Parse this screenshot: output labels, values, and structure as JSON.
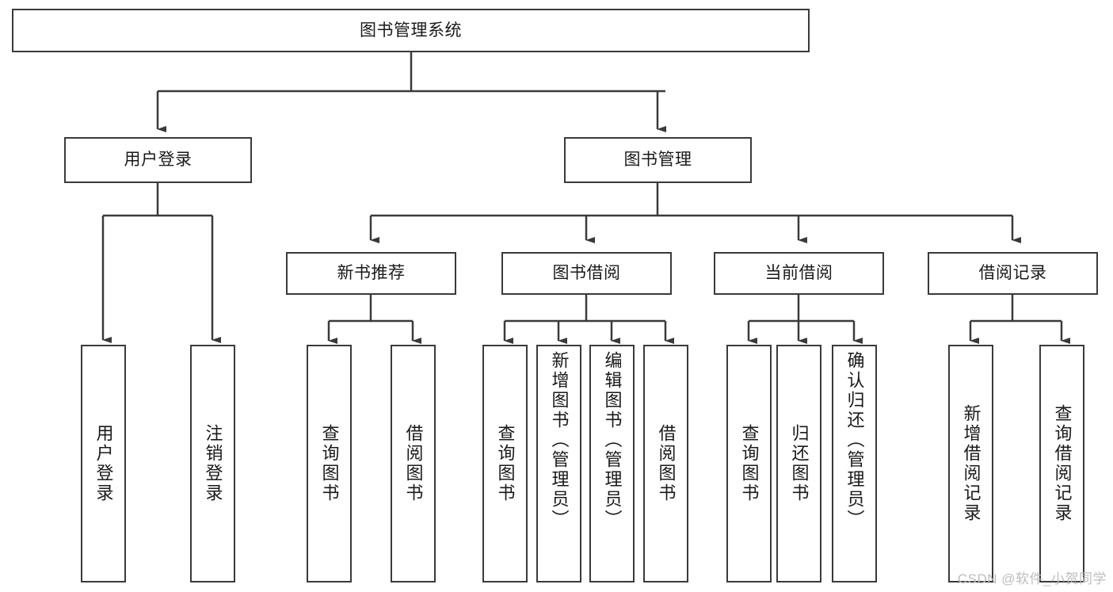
{
  "diagram": {
    "title": "图书管理系统",
    "type": "tree-hierarchy",
    "root": {
      "label": "图书管理系统"
    },
    "level1": [
      {
        "label": "用户登录"
      },
      {
        "label": "图书管理"
      }
    ],
    "level2": [
      {
        "label": "新书推荐"
      },
      {
        "label": "图书借阅"
      },
      {
        "label": "当前借阅"
      },
      {
        "label": "借阅记录"
      }
    ],
    "leaves": {
      "user_login": [
        {
          "label": "用户登录"
        },
        {
          "label": "注销登录"
        }
      ],
      "new_book_recommend": [
        {
          "label": "查询图书"
        },
        {
          "label": "借阅图书"
        }
      ],
      "book_borrow": [
        {
          "label": "查询图书"
        },
        {
          "label": "新增图书（管理员）"
        },
        {
          "label": "编辑图书（管理员）"
        },
        {
          "label": "借阅图书"
        }
      ],
      "current_borrow": [
        {
          "label": "查询图书"
        },
        {
          "label": "归还图书"
        },
        {
          "label": "确认归还（管理员）"
        }
      ],
      "borrow_record": [
        {
          "label": "新增借阅记录"
        },
        {
          "label": "查询借阅记录"
        }
      ]
    }
  },
  "watermark": {
    "text": "CSDN @软件_小贺同学"
  },
  "colors": {
    "stroke": "#3a3a3a",
    "fill": "#ffffff",
    "text": "#1a1a1a",
    "watermark": "#bdbdbd"
  }
}
